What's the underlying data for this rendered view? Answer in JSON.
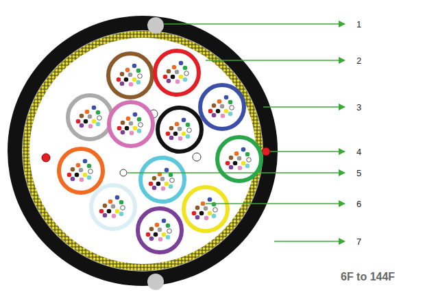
{
  "diagram": {
    "labels": [
      "1",
      "2",
      "3",
      "4",
      "5",
      "6",
      "7",
      "6F to 144F"
    ]
  }
}
